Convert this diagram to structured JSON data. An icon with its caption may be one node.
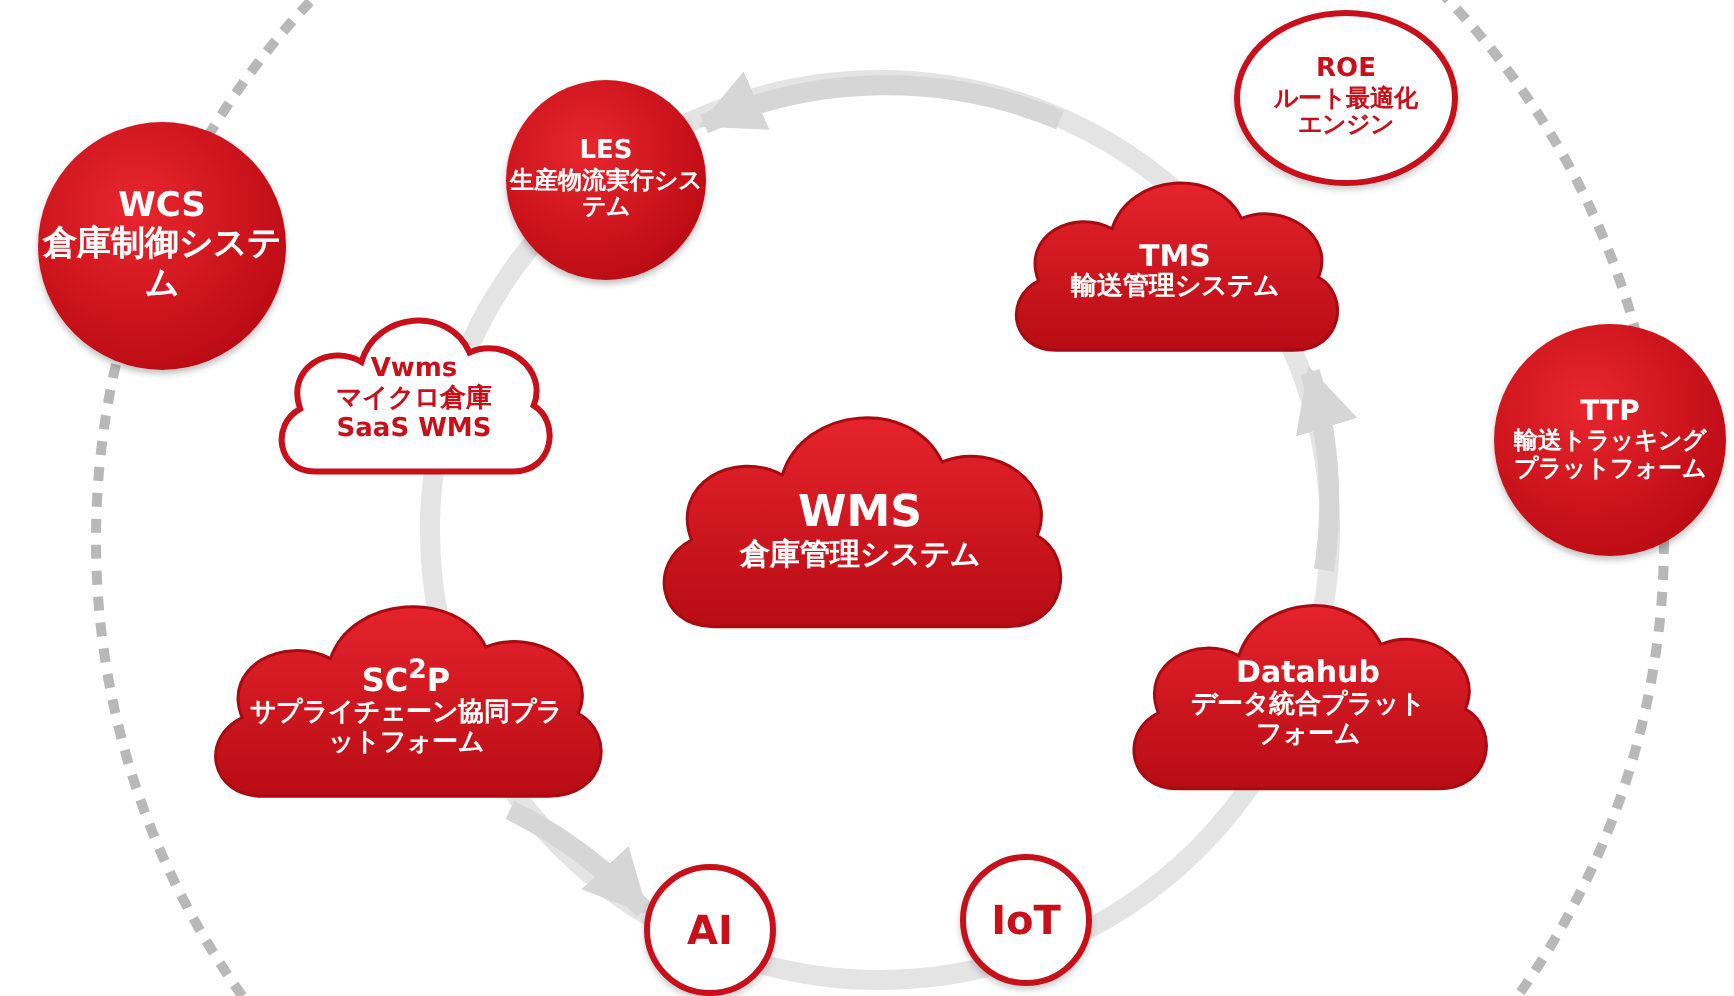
{
  "diagram": {
    "nodes": [
      {
        "text": [
          "WCS",
          "倉庫制御システム"
        ]
      },
      {
        "text": [
          "LES",
          "生産物流実行システム"
        ]
      },
      {
        "text": [
          "ROE",
          "ルート最適化エンジン"
        ]
      },
      {
        "text": [
          "TMS",
          "輸送管理システム"
        ]
      },
      {
        "text": [
          "Vwms",
          "マイクロ倉庫",
          "SaaS WMS"
        ]
      },
      {
        "text": [
          "TTP",
          "輸送トラッキングプラットフォーム"
        ]
      },
      {
        "text": [
          "WMS",
          "倉庫管理システム"
        ]
      },
      {
        "text": [
          "SC$^{2}$P",
          "サプライチェーン協同プラットフォーム"
        ]
      },
      {
        "text": [
          "Datahub",
          "データ統合プラットフォーム"
        ]
      },
      {
        "text": [
          "AI"
        ]
      },
      {
        "text": [
          "IoT"
        ]
      }
    ],
    "edges": [
      {
        "from": 3,
        "to": 1,
        "arrow": "to"
      },
      {
        "from": 8,
        "to": 3,
        "arrow": "to"
      },
      {
        "from": 7,
        "to": 9,
        "arrow": "to"
      }
    ]
  }
}
